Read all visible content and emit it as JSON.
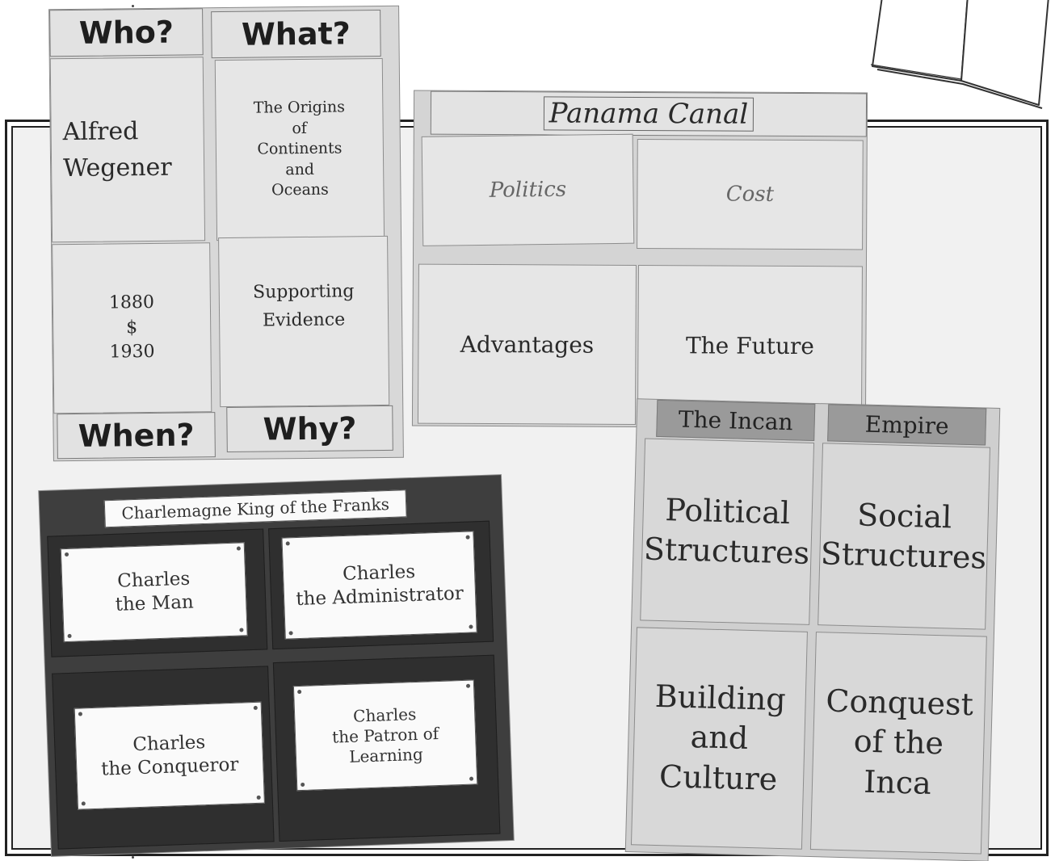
{
  "who_what_foldable": {
    "headers": [
      "Who?",
      "What?",
      "When?",
      "Why?"
    ],
    "who": [
      "Alfred",
      "Wegener"
    ],
    "what": [
      "The Origins",
      "of",
      "Continents",
      "and",
      "Oceans"
    ],
    "when": [
      "1880",
      "$",
      "1930"
    ],
    "why": [
      "Supporting",
      "Evidence"
    ]
  },
  "panama_foldable": {
    "title": "Panama Canal",
    "cells": [
      "Politics",
      "Cost",
      "Advantages",
      "The Future"
    ]
  },
  "charlemagne_foldable": {
    "title": "Charlemagne King of the Franks",
    "cards": [
      [
        "Charles",
        "the Man"
      ],
      [
        "Charles",
        "the Administrator"
      ],
      [
        "Charles",
        "the Conqueror"
      ],
      [
        "Charles",
        "the Patron of Learning"
      ]
    ]
  },
  "incan_foldable": {
    "title_left": "The Incan",
    "title_right": "Empire",
    "cells": [
      [
        "Political",
        "Structures"
      ],
      [
        "Social",
        "Structures"
      ],
      [
        "Building",
        "and",
        "Culture"
      ],
      [
        "Conquest",
        "of the",
        "Inca"
      ]
    ]
  },
  "colors": {
    "frame": "#222222",
    "background": "#f1f1f1",
    "dark_board": "#3e3e3e"
  },
  "icons": [
    "open-book-icon"
  ]
}
